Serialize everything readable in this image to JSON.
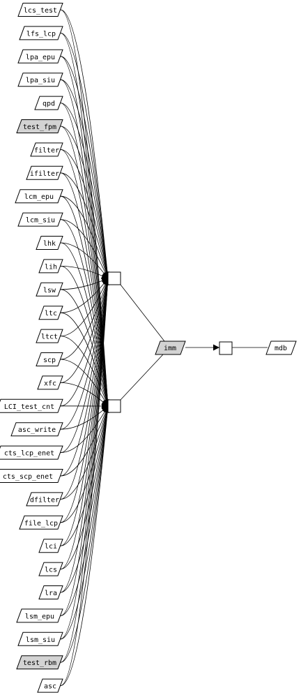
{
  "colors": {
    "grey_fill": "#d3d3d3",
    "line": "#000000",
    "background": "#ffffff"
  },
  "left_nodes": [
    {
      "id": "lcs_test",
      "label": "lcs_test",
      "grey": false
    },
    {
      "id": "lfs_lcp",
      "label": "lfs_lcp",
      "grey": false
    },
    {
      "id": "lpa_epu",
      "label": "lpa_epu",
      "grey": false
    },
    {
      "id": "lpa_siu",
      "label": "lpa_siu",
      "grey": false
    },
    {
      "id": "qpd",
      "label": "qpd",
      "grey": false
    },
    {
      "id": "test_fpm",
      "label": "test_fpm",
      "grey": true
    },
    {
      "id": "filter",
      "label": "filter",
      "grey": false
    },
    {
      "id": "ifilter",
      "label": "ifilter",
      "grey": false
    },
    {
      "id": "lcm_epu",
      "label": "lcm_epu",
      "grey": false
    },
    {
      "id": "lcm_siu",
      "label": "lcm_siu",
      "grey": false
    },
    {
      "id": "lhk",
      "label": "lhk",
      "grey": false
    },
    {
      "id": "lih",
      "label": "lih",
      "grey": false
    },
    {
      "id": "lsw",
      "label": "lsw",
      "grey": false
    },
    {
      "id": "ltc",
      "label": "ltc",
      "grey": false
    },
    {
      "id": "ltct",
      "label": "ltct",
      "grey": false
    },
    {
      "id": "scp",
      "label": "scp",
      "grey": false
    },
    {
      "id": "xfc",
      "label": "xfc",
      "grey": false
    },
    {
      "id": "LCI_test_cnt",
      "label": "LCI_test_cnt",
      "grey": false
    },
    {
      "id": "asc_write",
      "label": "asc_write",
      "grey": false
    },
    {
      "id": "cts_lcp_enet",
      "label": "cts_lcp_enet",
      "grey": false
    },
    {
      "id": "cts_scp_enet",
      "label": "cts_scp_enet",
      "grey": false
    },
    {
      "id": "dfilter",
      "label": "dfilter",
      "grey": false
    },
    {
      "id": "file_lcp",
      "label": "file_lcp",
      "grey": false
    },
    {
      "id": "lci",
      "label": "lci",
      "grey": false
    },
    {
      "id": "lcs",
      "label": "lcs",
      "grey": false
    },
    {
      "id": "lra",
      "label": "lra",
      "grey": false
    },
    {
      "id": "lsm_epu",
      "label": "lsm_epu",
      "grey": false
    },
    {
      "id": "lsm_siu",
      "label": "lsm_siu",
      "grey": false
    },
    {
      "id": "test_rbm",
      "label": "test_rbm",
      "grey": true
    },
    {
      "id": "asc",
      "label": "asc",
      "grey": false
    }
  ],
  "imm_node": {
    "id": "imm",
    "label": "imm",
    "grey": true
  },
  "mdb_node": {
    "id": "mdb",
    "label": "mdb",
    "grey": false
  }
}
